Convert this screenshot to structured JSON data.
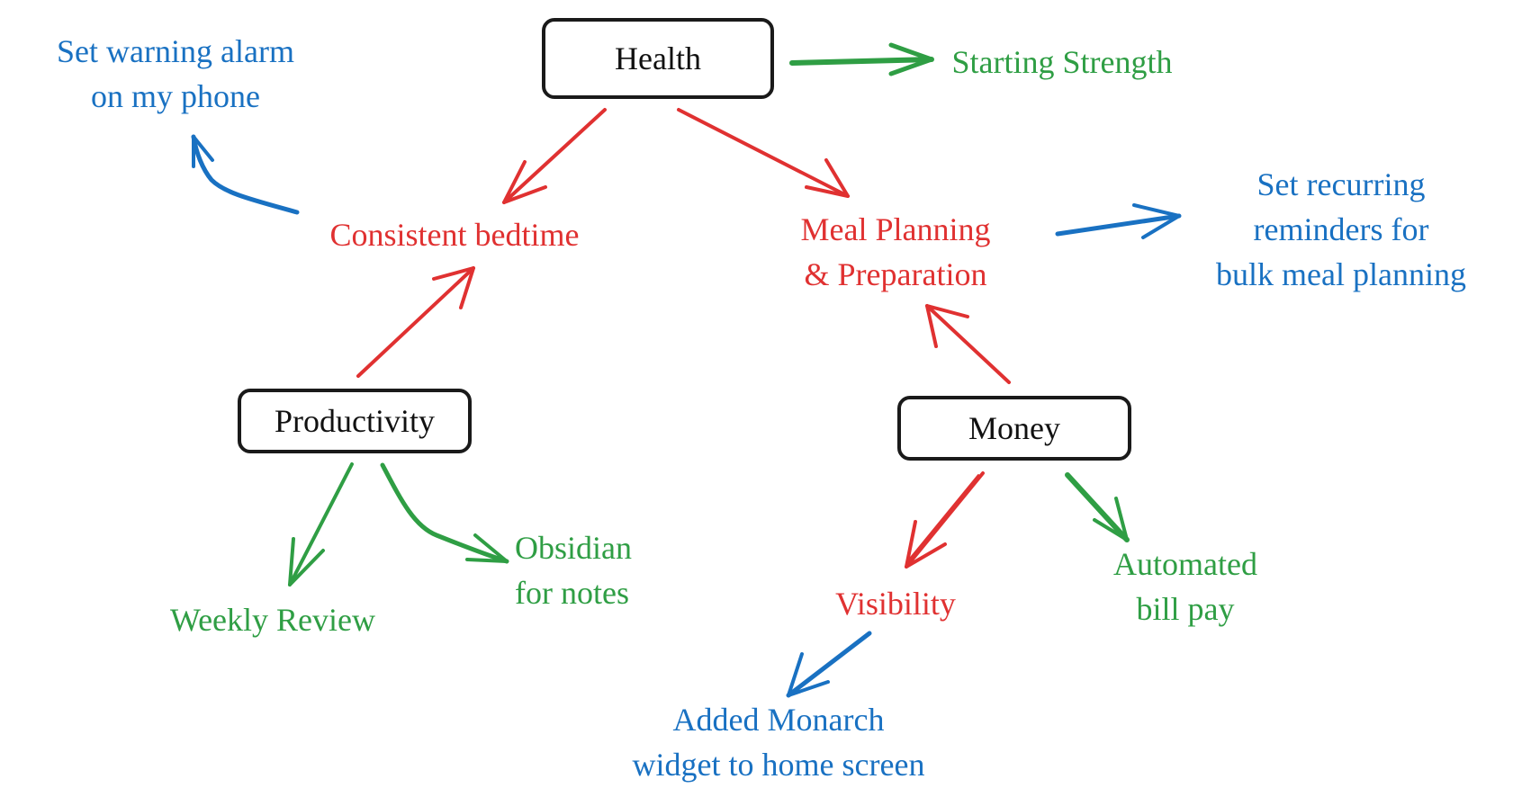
{
  "colors": {
    "category": "#1a1a1a",
    "goal": "#e03131",
    "habit": "#2f9e44",
    "action": "#1971c2"
  },
  "categories": {
    "health": "Health",
    "productivity": "Productivity",
    "money": "Money"
  },
  "goals": {
    "consistent_bedtime": "Consistent bedtime",
    "meal_planning_line1": "Meal Planning",
    "meal_planning_line2": "& Preparation",
    "visibility": "Visibility"
  },
  "habits": {
    "starting_strength": "Starting Strength",
    "weekly_review": "Weekly Review",
    "obsidian_line1": "Obsidian",
    "obsidian_line2": "for notes",
    "automated_line1": "Automated",
    "automated_line2": "bill pay"
  },
  "actions": {
    "alarm_line1": "Set warning alarm",
    "alarm_line2": "on my phone",
    "reminders_line1": "Set recurring",
    "reminders_line2": "reminders for",
    "reminders_line3": "bulk meal planning",
    "monarch_line1": "Added Monarch",
    "monarch_line2": "widget to home screen"
  }
}
